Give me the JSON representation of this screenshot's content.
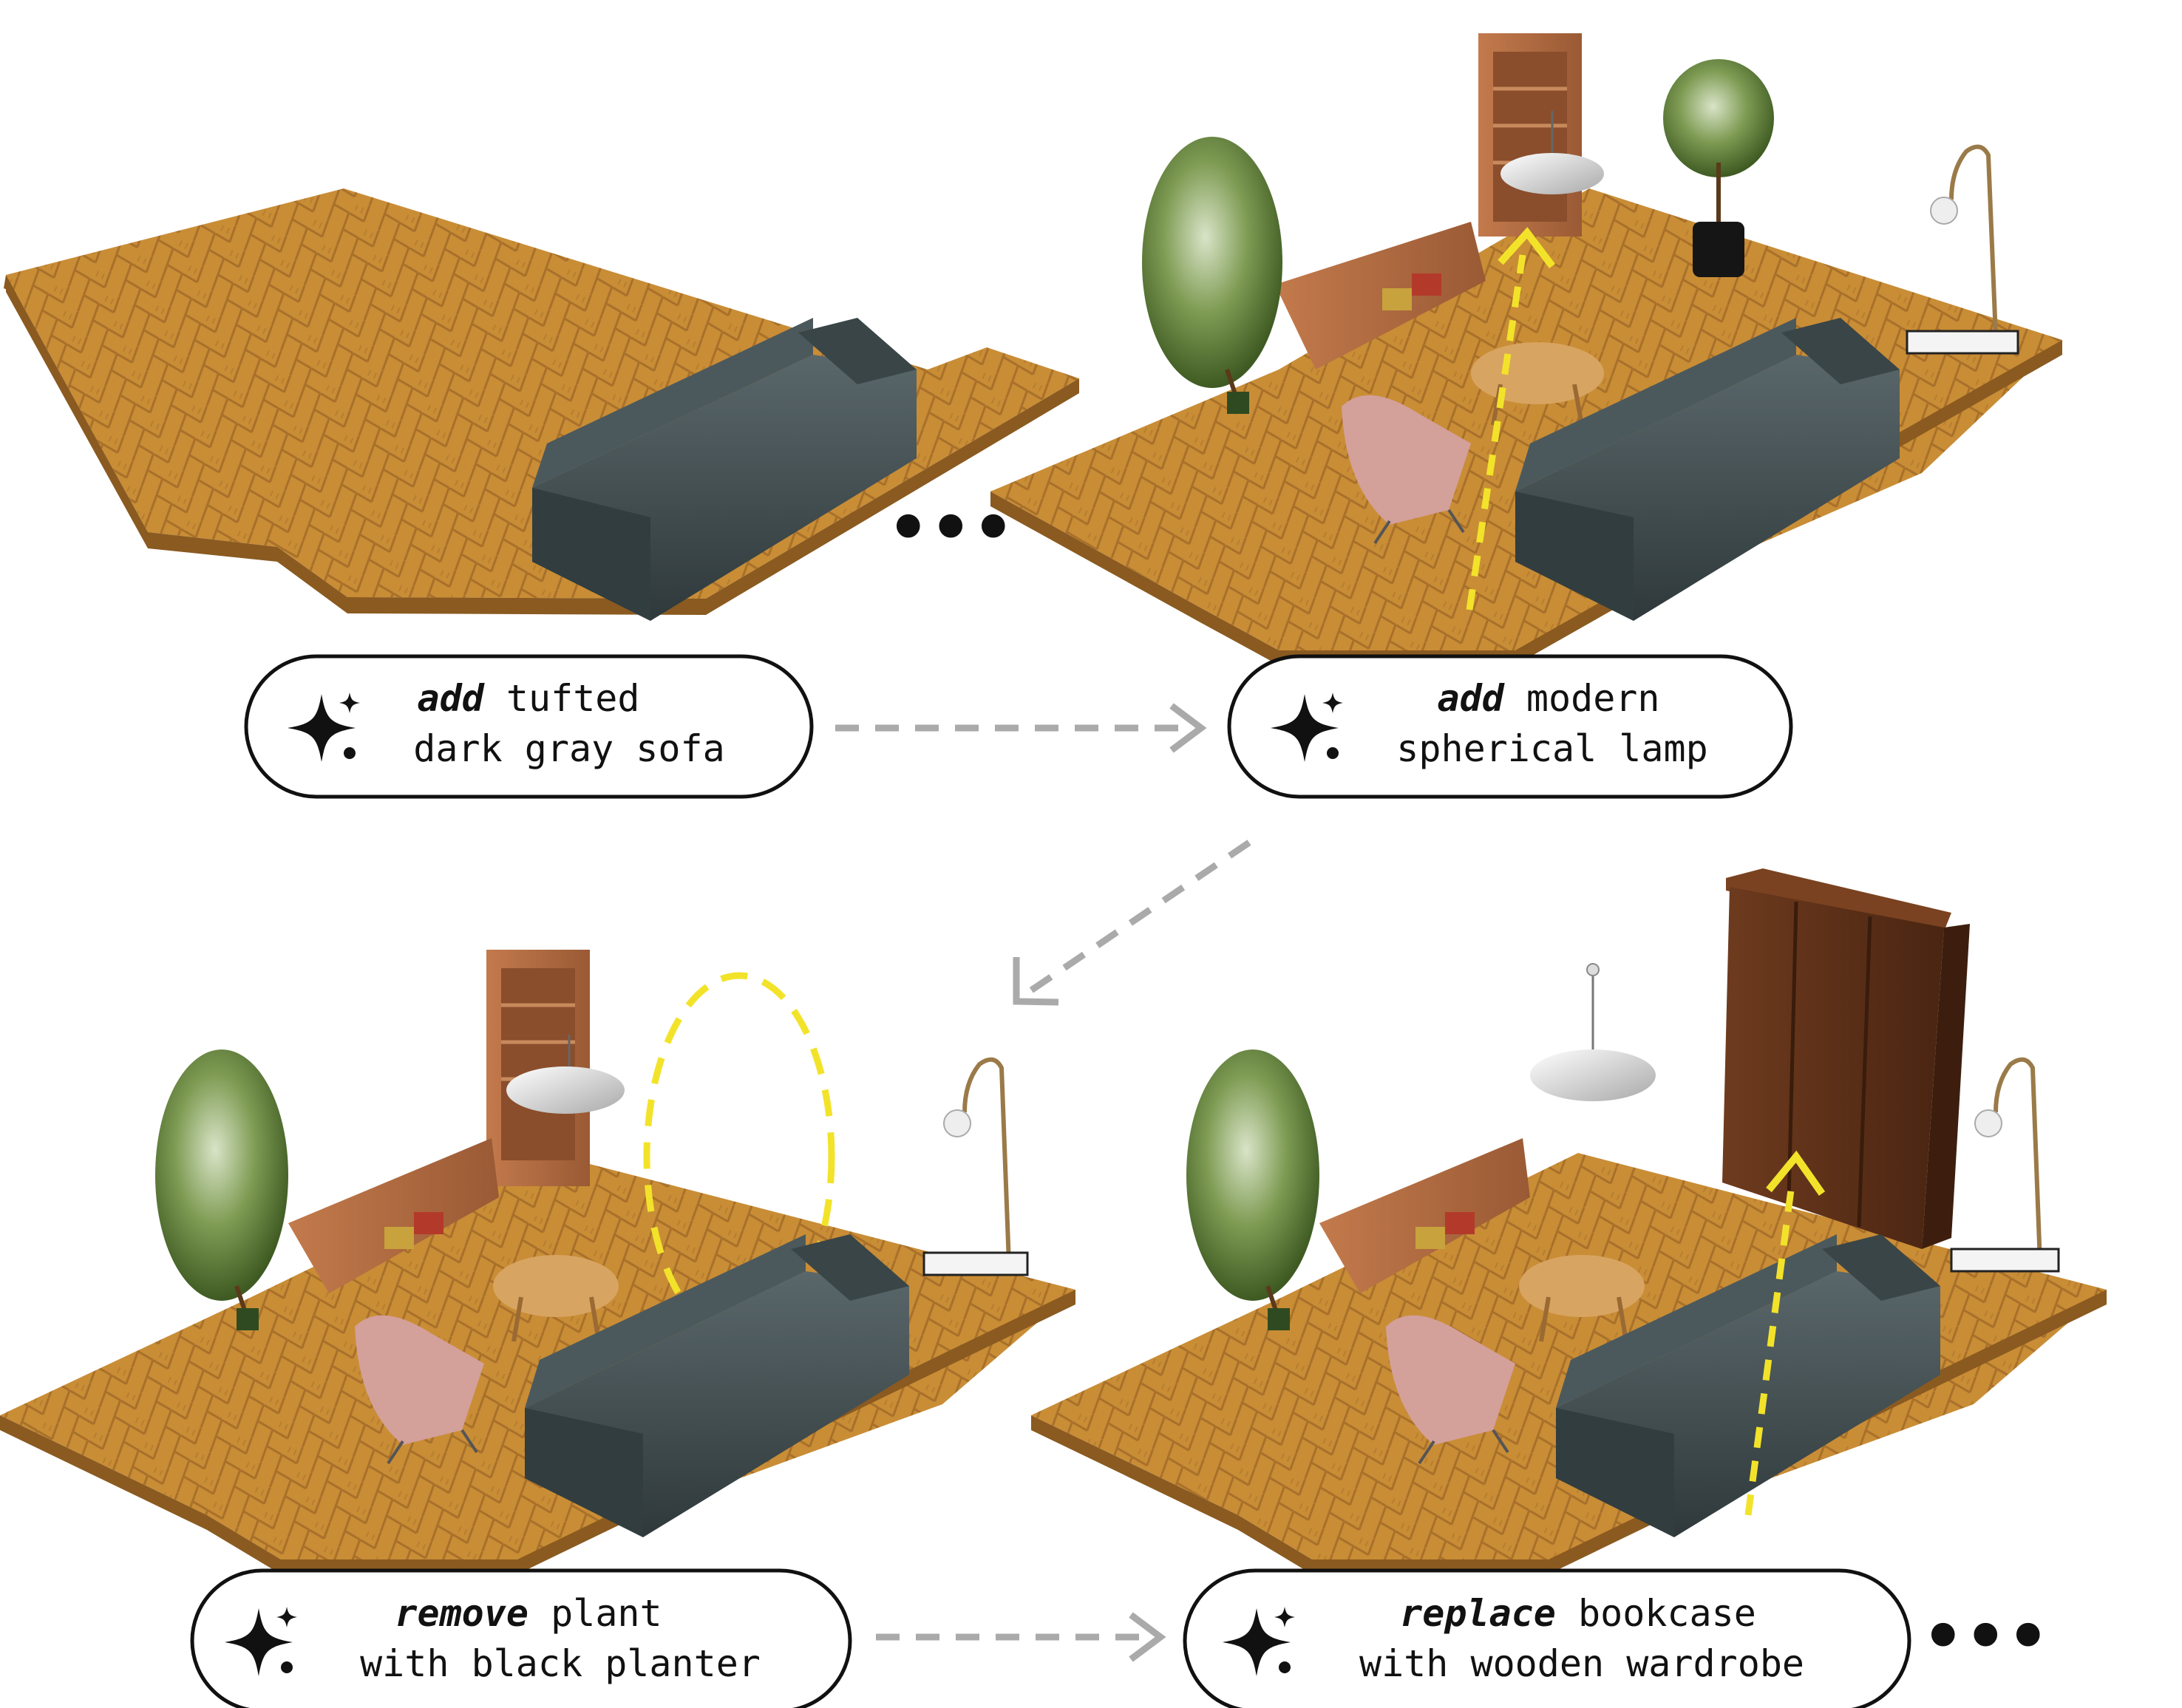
{
  "steps": [
    {
      "verb": "add",
      "line1_rest": "tufted",
      "line2": "dark gray sofa"
    },
    {
      "verb": "add",
      "line1_rest": "modern",
      "line2": "spherical lamp"
    },
    {
      "verb": "remove",
      "line1_rest": "plant",
      "line2": "with black planter"
    },
    {
      "verb": "replace",
      "line1_rest": "bookcase",
      "line2": "with wooden wardrobe"
    }
  ],
  "ellipsis": "•••",
  "icons": {
    "step_icon": "sparkle-icon",
    "connector": "dashed-arrow"
  },
  "colors": {
    "floor": "#c98d36",
    "floor_dark": "#8a5a20",
    "sofa": "#3f4c4f",
    "highlight": "#f2e32a",
    "arrow_gray": "#aaaaaa",
    "pill_border": "#111111"
  }
}
